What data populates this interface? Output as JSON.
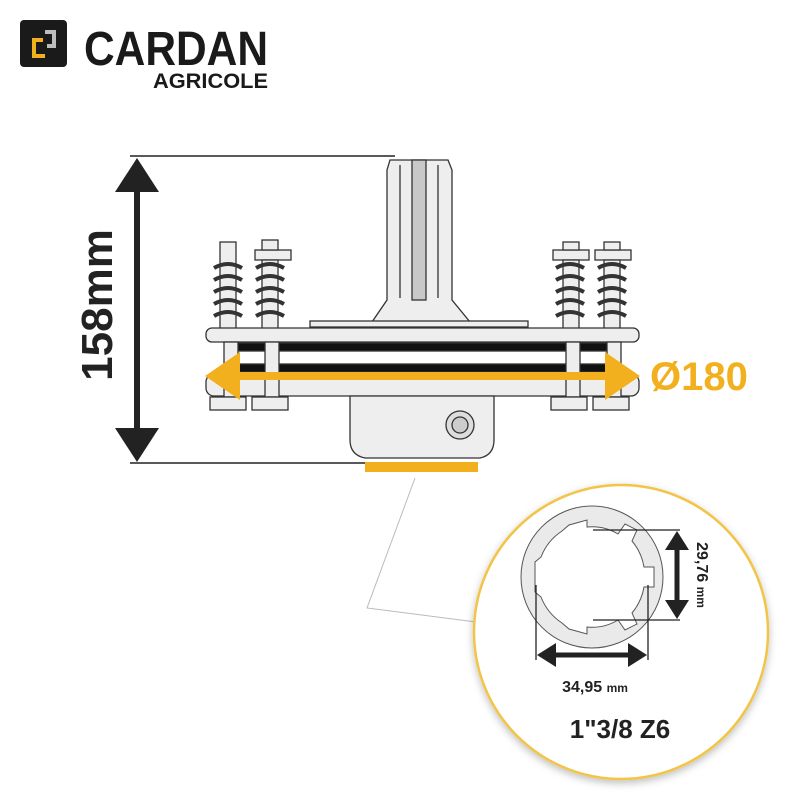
{
  "brand": {
    "name": "CARDAN",
    "subtitle": "AGRICOLE"
  },
  "dimensions": {
    "height": "158mm",
    "diameter": "Ø180",
    "spline_inner": "29,76",
    "spline_outer": "34,95",
    "unit": "mm",
    "spline_type": "1\"3/8 Z6"
  },
  "colors": {
    "accent": "#f2b01e",
    "dark": "#1a1a1a",
    "part": "#eeeeee"
  }
}
